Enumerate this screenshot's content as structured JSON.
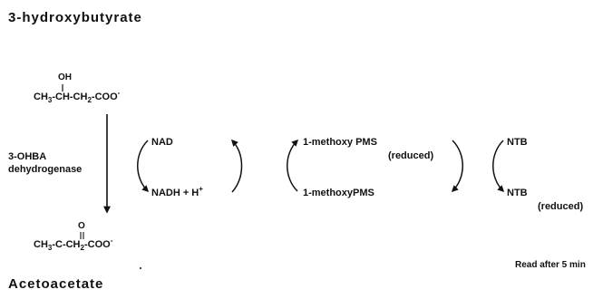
{
  "substrate": {
    "name": "3-hydroxybutyrate",
    "hydroxyl": "OH"
  },
  "product": {
    "name": "Acetoacetate",
    "oxo": "O"
  },
  "enzyme": {
    "line1": "3-OHBA",
    "line2": "dehydrogenase"
  },
  "cofactor": {
    "oxidized": "NAD",
    "reduced": "NADH + H",
    "proton_charge": "+"
  },
  "mediator": {
    "reduced": "1-methoxy PMS",
    "reduced_note": "(reduced)",
    "oxidized": "1-methoxyPMS"
  },
  "dye": {
    "oxidized": "NTB",
    "reduced": "NTB",
    "reduced_note": "(reduced)"
  },
  "note": "Read after 5 min"
}
